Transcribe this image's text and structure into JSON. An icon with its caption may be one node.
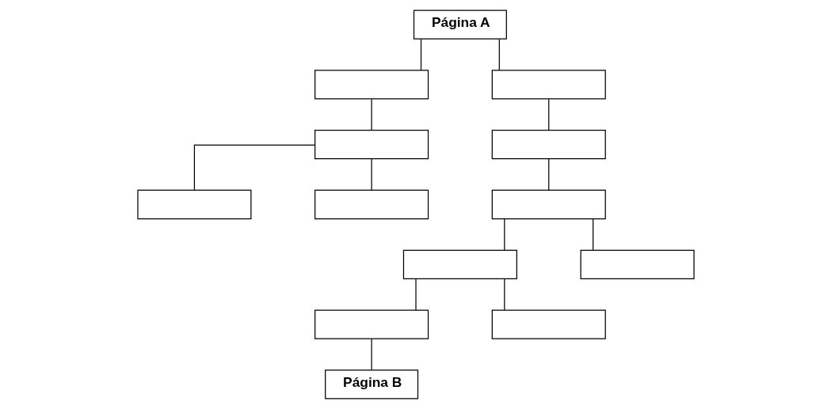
{
  "diagram": {
    "nodes": [
      {
        "text": [
          "Página A"
        ]
      },
      {
        "text": [],
        "shape": "box"
      },
      {
        "text": [],
        "shape": "box"
      },
      {
        "text": [],
        "shape": "box"
      },
      {
        "text": [],
        "shape": "box"
      },
      {
        "text": [],
        "shape": "box"
      },
      {
        "text": [],
        "shape": "box"
      },
      {
        "text": [],
        "shape": "box"
      },
      {
        "text": [],
        "shape": "box"
      },
      {
        "text": [],
        "shape": "box"
      },
      {
        "text": [],
        "shape": "box"
      },
      {
        "text": [],
        "shape": "box"
      },
      {
        "text": [
          "Página B"
        ]
      }
    ],
    "edges": [
      {
        "from": 0,
        "to": 1,
        "arrow": "none"
      },
      {
        "from": 0,
        "to": 2,
        "arrow": "none"
      },
      {
        "from": 1,
        "to": 3,
        "arrow": "none"
      },
      {
        "from": 3,
        "to": 5,
        "arrow": "none"
      },
      {
        "from": 3,
        "to": 6,
        "arrow": "none"
      },
      {
        "from": 2,
        "to": 4,
        "arrow": "none"
      },
      {
        "from": 4,
        "to": 7,
        "arrow": "none"
      },
      {
        "from": 7,
        "to": 8,
        "arrow": "none"
      },
      {
        "from": 7,
        "to": 9,
        "arrow": "none"
      },
      {
        "from": 8,
        "to": 10,
        "arrow": "none"
      },
      {
        "from": 8,
        "to": 11,
        "arrow": "none"
      },
      {
        "from": 10,
        "to": 12,
        "arrow": "none"
      }
    ]
  }
}
